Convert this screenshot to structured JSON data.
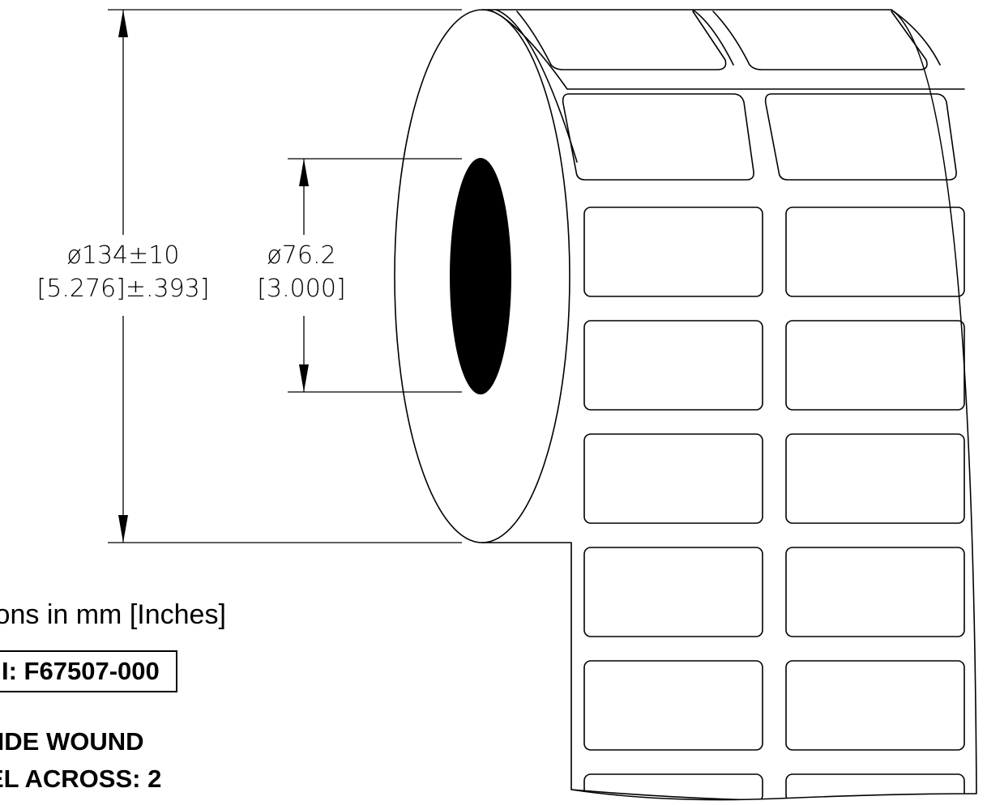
{
  "dimensions": {
    "outer_diameter_mm": "ø134±10",
    "outer_diameter_in": "[5.276]±.393]",
    "core_diameter_mm": "ø76.2",
    "core_diameter_in": "[3.000]"
  },
  "notes": {
    "units": "ions in mm [Inches]",
    "part_number": "I: F67507-000",
    "wound": "SIDE WOUND",
    "labels_across": "EL ACROSS: 2"
  }
}
